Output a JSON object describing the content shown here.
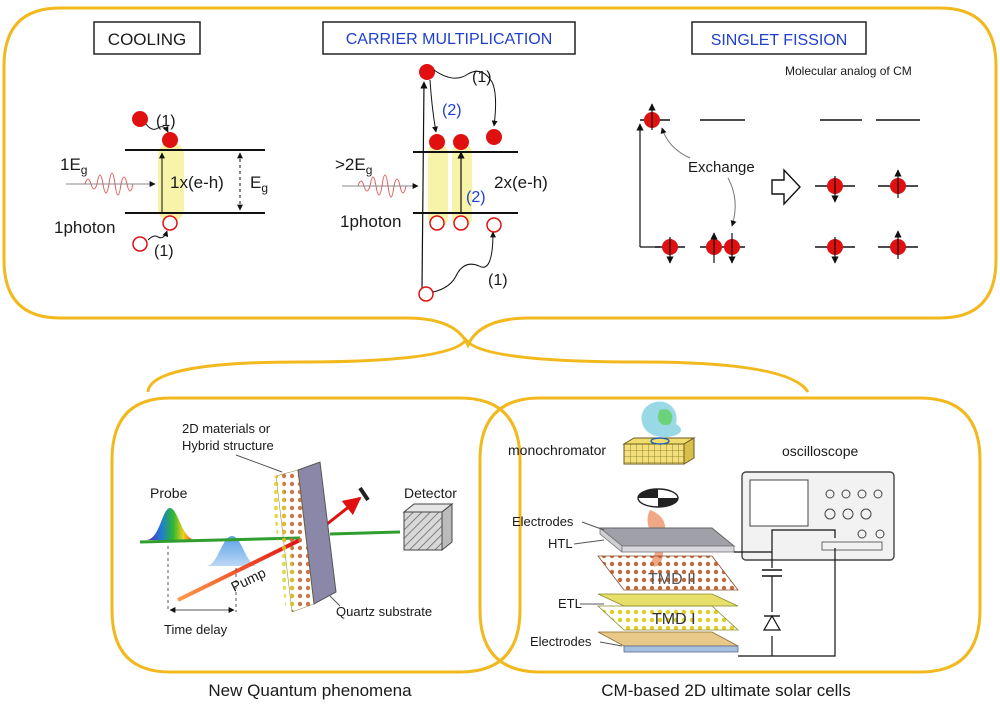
{
  "panels": {
    "cooling": {
      "title": "COOLING",
      "excitation": "1E",
      "excitation_sub": "g",
      "photon": "1photon",
      "pair": "1x(e-h)",
      "gap": "E",
      "gap_sub": "g",
      "step_top": "(1)",
      "step_bottom": "(1)"
    },
    "carrier_multiplication": {
      "title": "CARRIER MULTIPLICATION",
      "excitation": ">2E",
      "excitation_sub": "g",
      "photon": "1photon",
      "pair": "2x(e-h)",
      "step1_top": "(1)",
      "step2_top": "(2)",
      "step2_bottom": "(2)",
      "step1_bottom": "(1)"
    },
    "singlet_fission": {
      "title": "SINGLET FISSION",
      "subtitle": "Molecular analog of CM",
      "exchange": "Exchange"
    }
  },
  "left_setup": {
    "sample_line1": "2D materials or",
    "sample_line2": "Hybrid structure",
    "probe": "Probe",
    "pump": "Pump",
    "detector": "Detector",
    "time_delay": "Time delay",
    "substrate": "Quartz substrate",
    "caption": "New Quantum phenomena"
  },
  "right_setup": {
    "monochromator": "monochromator",
    "oscilloscope": "oscilloscope",
    "electrodes_top": "Electrodes",
    "htl": "HTL",
    "etl": "ETL",
    "electrodes_bottom": "Electrodes",
    "tmd2": "TMD II",
    "tmd1": "TMD I",
    "caption": "CM-based 2D ultimate solar cells"
  },
  "colors": {
    "outline": "#f2b91e",
    "electron": "#e01010",
    "hole": "#e01010",
    "title_blue": "#1f3fd0",
    "highlight": "#f7f3a8"
  }
}
